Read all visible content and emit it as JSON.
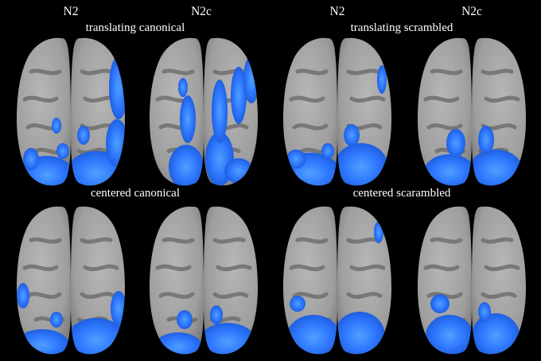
{
  "columns": [
    "N2",
    "N2c",
    "N2",
    "N2c"
  ],
  "conditions": [
    "translating canonical",
    "translating scrambled",
    "centered canonical",
    "centered scarambled"
  ],
  "colors": {
    "background": "#000000",
    "cortex_light": "#a7a7a7",
    "cortex_dark": "#6f6f6f",
    "activation": "#2f78ff",
    "activation_core": "#3d95ff"
  },
  "panels": [
    {
      "row": 1,
      "column": "N2",
      "condition": "translating canonical"
    },
    {
      "row": 1,
      "column": "N2c",
      "condition": "translating canonical"
    },
    {
      "row": 1,
      "column": "N2",
      "condition": "translating scrambled"
    },
    {
      "row": 1,
      "column": "N2c",
      "condition": "translating scrambled"
    },
    {
      "row": 2,
      "column": "N2",
      "condition": "centered canonical"
    },
    {
      "row": 2,
      "column": "N2c",
      "condition": "centered canonical"
    },
    {
      "row": 2,
      "column": "N2",
      "condition": "centered scarambled"
    },
    {
      "row": 2,
      "column": "N2c",
      "condition": "centered scarambled"
    }
  ]
}
